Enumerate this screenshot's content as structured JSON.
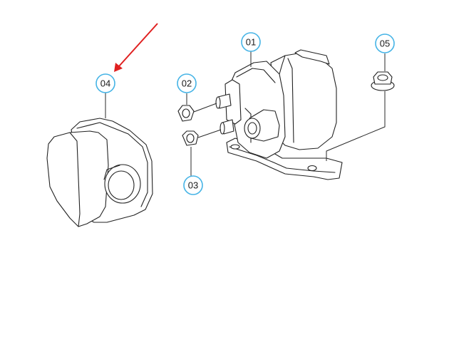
{
  "callouts": {
    "c01": "01",
    "c02": "02",
    "c03": "03",
    "c04": "04",
    "c05": "05"
  },
  "highlighted_callout": "04",
  "colors": {
    "bubble_stroke": "#46b4e6",
    "pointer_arrow": "#e02020",
    "line_art": "#222222"
  },
  "icons": {
    "pointer": "red-arrow-icon"
  }
}
